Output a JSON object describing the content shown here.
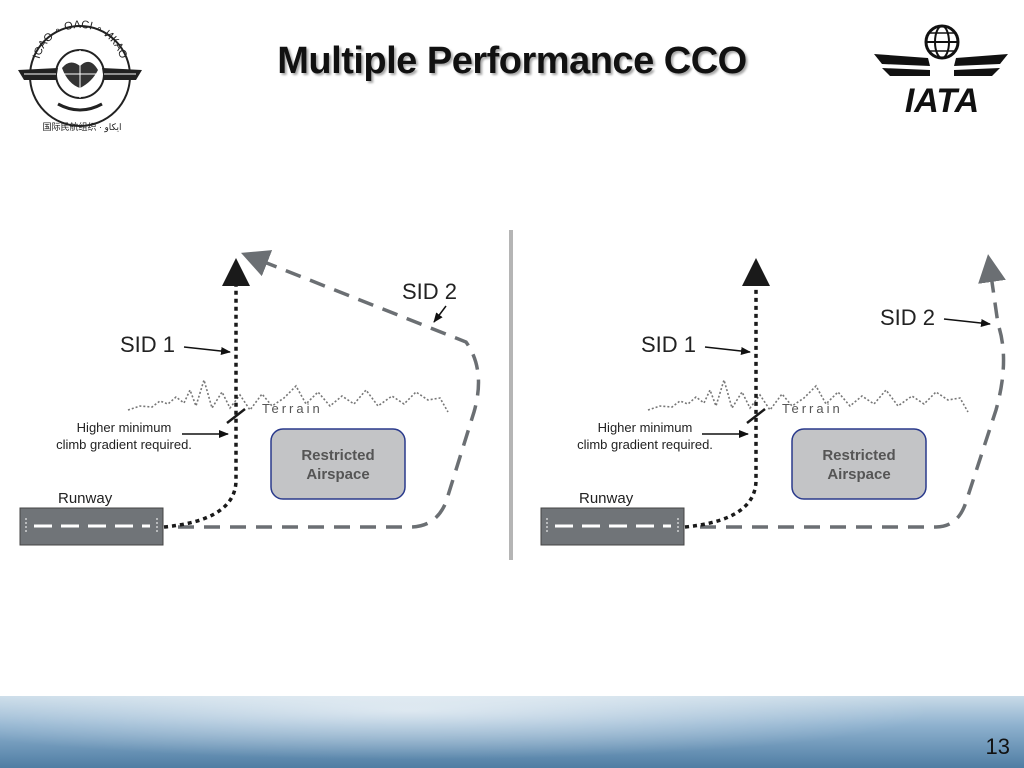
{
  "slide": {
    "title": "Multiple Performance CCO",
    "page_number": "13"
  },
  "logos": {
    "icao_ring_text": "ICAO ∘ OACI ∘ ИКАО",
    "icao_bottom_text": "国际民航组织 · ايكاو",
    "iata_text": "IATA"
  },
  "diagram_left": {
    "sid1_label": "SID 1",
    "sid2_label": "SID 2",
    "terrain_label": "Terrain",
    "restricted_line1": "Restricted",
    "restricted_line2": "Airspace",
    "note_line1": "Higher minimum",
    "note_line2": "climb gradient required.",
    "runway_label": "Runway"
  },
  "diagram_right": {
    "sid1_label": "SID 1",
    "sid2_label": "SID 2",
    "terrain_label": "Terrain",
    "restricted_line1": "Restricted",
    "restricted_line2": "Airspace",
    "note_line1": "Higher minimum",
    "note_line2": "climb gradient required.",
    "runway_label": "Runway"
  },
  "colors": {
    "sid1": "#1a1a1a",
    "sid2": "#6b6f73",
    "restricted_fill": "#c3c4c6",
    "restricted_border": "#2a3a8c",
    "runway": "#707478",
    "divider": "#b5b5b5"
  }
}
